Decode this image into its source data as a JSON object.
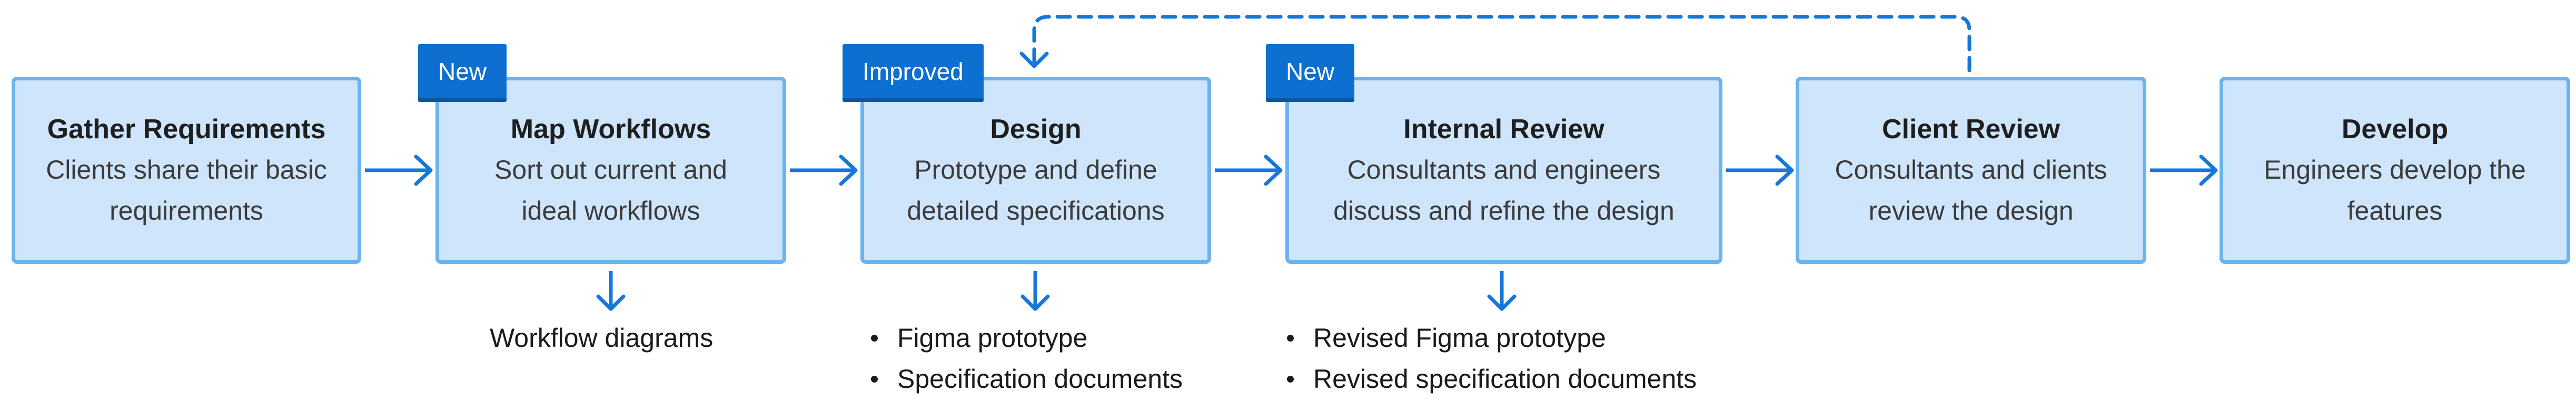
{
  "colors": {
    "box_fill": "#cfe5fb",
    "box_border": "#6ab3f1",
    "arrow": "#1677d8",
    "badge": "#0d6fd0"
  },
  "steps": [
    {
      "title": "Gather Requirements",
      "desc_line1": "Clients share their basic",
      "desc_line2": "requirements"
    },
    {
      "title": "Map Workflows",
      "desc_line1": "Sort out current and",
      "desc_line2": "ideal workflows",
      "badge": "New"
    },
    {
      "title": "Design",
      "desc_line1": "Prototype and define",
      "desc_line2": "detailed specifications",
      "badge": "Improved"
    },
    {
      "title": "Internal Review",
      "desc_line1": "Consultants and engineers",
      "desc_line2": "discuss and refine the design",
      "badge": "New"
    },
    {
      "title": "Client Review",
      "desc_line1": "Consultants and clients",
      "desc_line2": "review the design"
    },
    {
      "title": "Develop",
      "desc_line1": "Engineers develop the",
      "desc_line2": "features"
    }
  ],
  "outputs": {
    "map_workflows": "Workflow diagrams",
    "design": [
      "Figma prototype",
      "Specification documents"
    ],
    "internal_review": [
      "Revised Figma prototype",
      "Revised specification documents"
    ]
  },
  "feedback_loop": {
    "from": "Client Review",
    "to": "Design",
    "style": "dashed"
  }
}
